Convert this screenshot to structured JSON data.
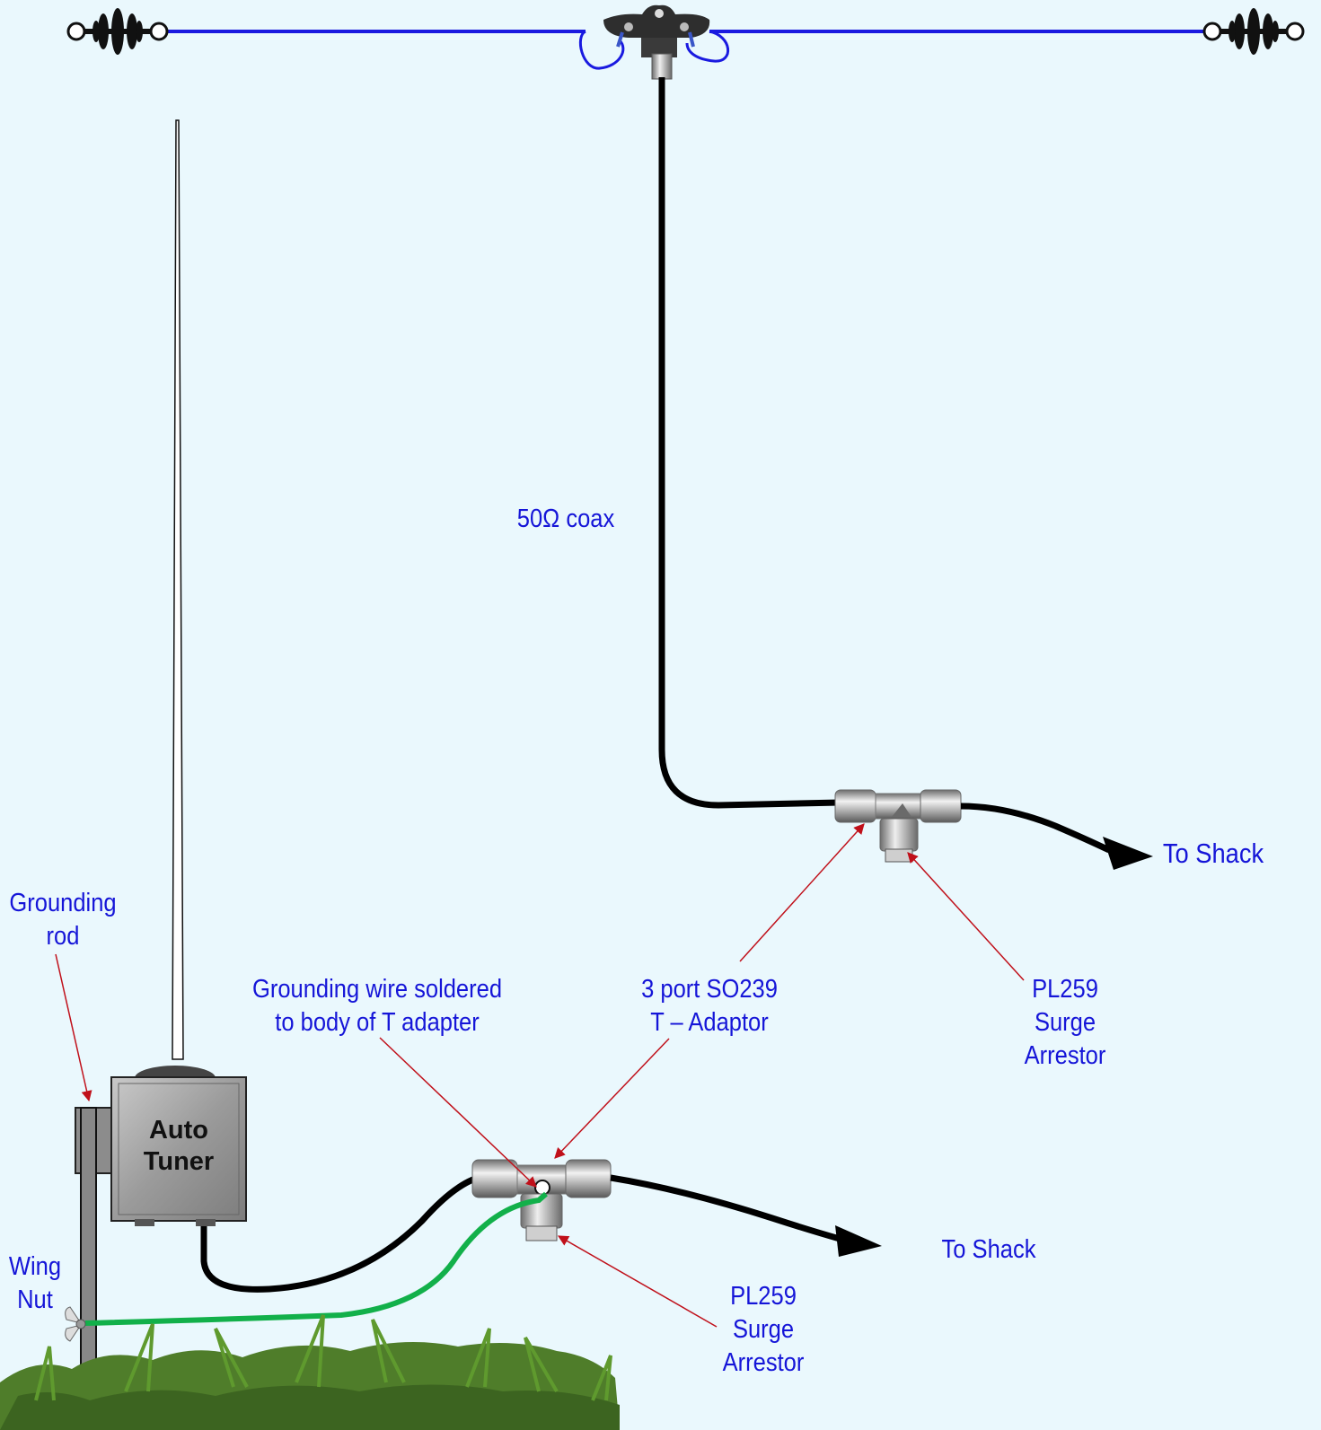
{
  "labels": {
    "coax": "50Ω coax",
    "to_shack_top": "To Shack",
    "to_shack_bottom": "To Shack",
    "grounding_rod": [
      "Grounding",
      "rod"
    ],
    "wing_nut": [
      "Wing",
      "Nut"
    ],
    "grounding_wire": [
      "Grounding wire soldered",
      "to body of T adapter"
    ],
    "t_adaptor": [
      "3 port SO239",
      "T – Adaptor"
    ],
    "surge_top": [
      "PL259",
      "Surge",
      "Arrestor"
    ],
    "surge_bottom": [
      "PL259",
      "Surge",
      "Arrestor"
    ]
  },
  "tuner": {
    "line1": "Auto",
    "line2": "Tuner"
  },
  "colors": {
    "background": "#eaf8fd",
    "label_text": "#1515d8",
    "dipole_wire": "#1a1ae0",
    "coax": "#000000",
    "ground_wire": "#12b04a",
    "callout_arrow": "#c0101a",
    "tuner_body": "#9a9a9a",
    "grass": "#4f7d2a"
  },
  "icons": [
    "insulator-icon",
    "dipole-center-icon",
    "t-adapter-icon",
    "surge-arrestor-icon",
    "wing-nut-icon",
    "grass-icon"
  ]
}
